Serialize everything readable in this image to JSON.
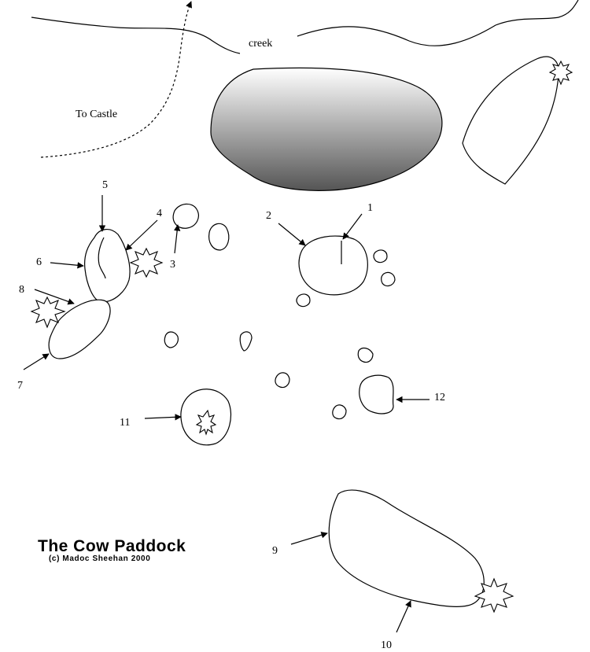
{
  "map": {
    "title": "The Cow Paddock",
    "credit": "(c) Madoc Sheehan 2000",
    "labels": {
      "creek": "creek",
      "path": "To Castle"
    },
    "markers": [
      "1",
      "2",
      "3",
      "4",
      "5",
      "6",
      "7",
      "8",
      "9",
      "10",
      "11",
      "12"
    ],
    "colors": {
      "ink": "#000000",
      "paper": "#ffffff",
      "gradient_top": "#ffffff",
      "gradient_bottom": "#555555"
    }
  }
}
